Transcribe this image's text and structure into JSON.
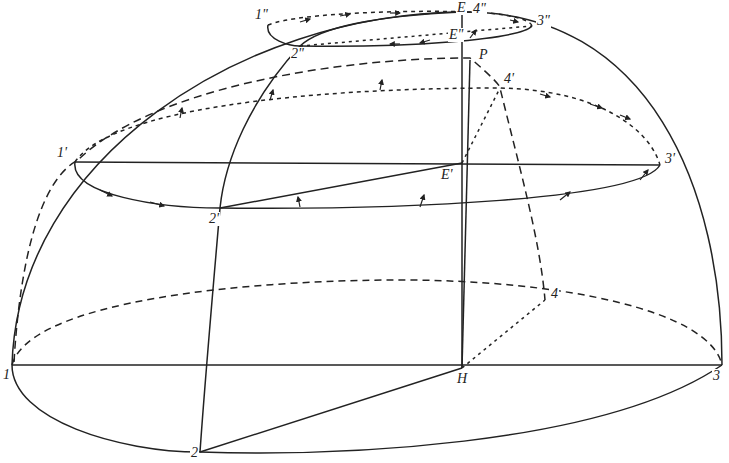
{
  "diagram": {
    "labels": [
      "E",
      "1\"",
      "4\"",
      "3\"",
      "2\"",
      "E\"",
      "P",
      "1'",
      "4'",
      "3'",
      "2'",
      "E'",
      "H",
      "1",
      "2",
      "4",
      "3"
    ]
  }
}
